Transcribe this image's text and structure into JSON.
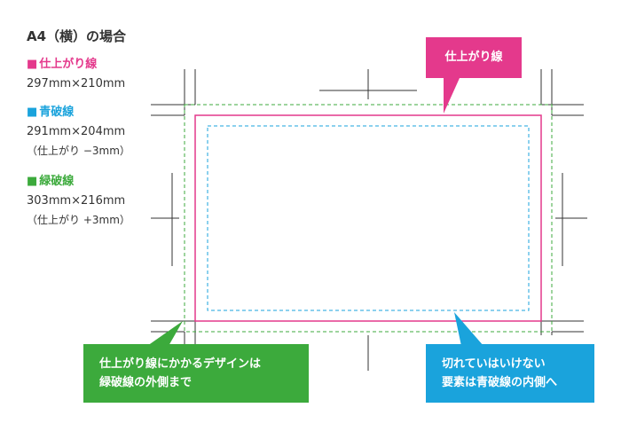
{
  "title": "A4（横）の場合",
  "legend": [
    {
      "marker": "■",
      "label": "仕上がり線",
      "size": "297mm×210mm",
      "note": "",
      "color": "#e4398c"
    },
    {
      "marker": "■",
      "label": "青破線",
      "size": "291mm×204mm",
      "note": "（仕上がり −3mm）",
      "color": "#1aa3dc"
    },
    {
      "marker": "■",
      "label": "緑破線",
      "size": "303mm×216mm",
      "note": "（仕上がり +3mm）",
      "color": "#3caa3c"
    }
  ],
  "callouts": {
    "trim": {
      "text": "仕上がり線",
      "color": "#e4398c"
    },
    "bleed": {
      "line1": "仕上がり線にかかるデザインは",
      "line2": "緑破線の外側まで",
      "color": "#3caa3c"
    },
    "safe": {
      "line1": "切れていはいけない",
      "line2": "要素は青破線の内側へ",
      "color": "#1aa3dc"
    }
  },
  "colors": {
    "trim": "#e4398c",
    "safe": "#1aa3dc",
    "bleed": "#3caa3c",
    "crop_marks": "#333333"
  }
}
